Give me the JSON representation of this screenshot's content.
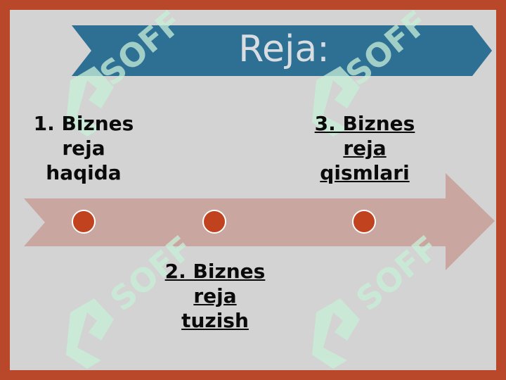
{
  "slide": {
    "title": "Reja:",
    "items": [
      {
        "lines": [
          "1. Biznes",
          "reja",
          "haqida"
        ]
      },
      {
        "lines": [
          "2. Biznes",
          "reja",
          "tuzish"
        ]
      },
      {
        "lines": [
          "3. Biznes",
          "reja",
          "qismlari"
        ]
      }
    ],
    "watermark": {
      "text": "SOFF"
    },
    "colors": {
      "frame": "#b9482a",
      "background": "#d3d3d3",
      "banner": "#2e6f94",
      "timeline_arrow": "#c9a6a0",
      "dot": "#c0421f",
      "watermark": "#c8f0d8"
    }
  }
}
